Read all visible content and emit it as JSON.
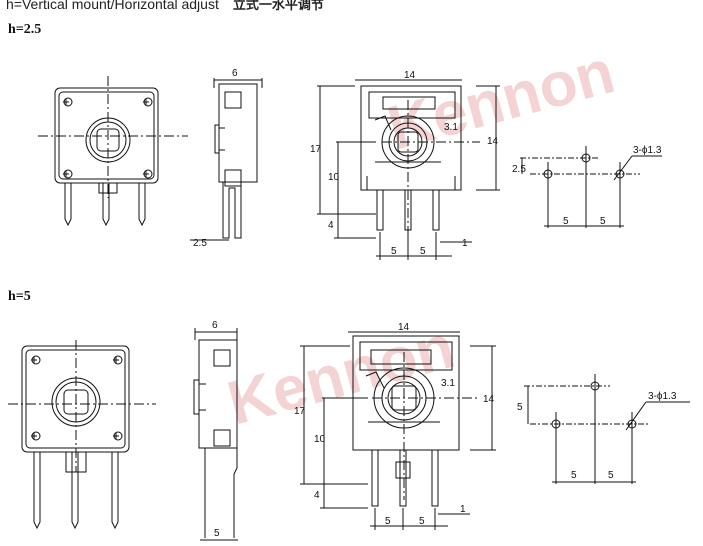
{
  "header": {
    "text": "h=Vertical mount/Horizontal adjust",
    "chinese": "立式一水平调节"
  },
  "watermark": "Kennon",
  "colors": {
    "line": "#111111",
    "watermark": "#e5a0a0"
  },
  "sections": [
    {
      "label": "h=2.5",
      "side_width": "6",
      "side_pitch": "2.5",
      "front_width": "14",
      "front_height": "17",
      "front_h10": "10",
      "front_h4": "4",
      "front_pitch_a": "5",
      "front_pitch_b": "5",
      "front_r": "3.1",
      "front_pin": "1",
      "hole_pitch_v": "2.5",
      "hole_pitch_a": "5",
      "hole_pitch_b": "5",
      "hole_label": "3-ϕ1.3"
    },
    {
      "label": "h=5",
      "side_width": "6",
      "side_pitch": "5",
      "front_width": "14",
      "front_height": "17",
      "front_h10": "10",
      "front_h4": "4",
      "front_pitch_a": "5",
      "front_pitch_b": "5",
      "front_r": "3.1",
      "front_pin": "1",
      "hole_pitch_v": "5",
      "hole_pitch_a": "5",
      "hole_pitch_b": "5",
      "hole_label": "3-ϕ1.3"
    }
  ]
}
